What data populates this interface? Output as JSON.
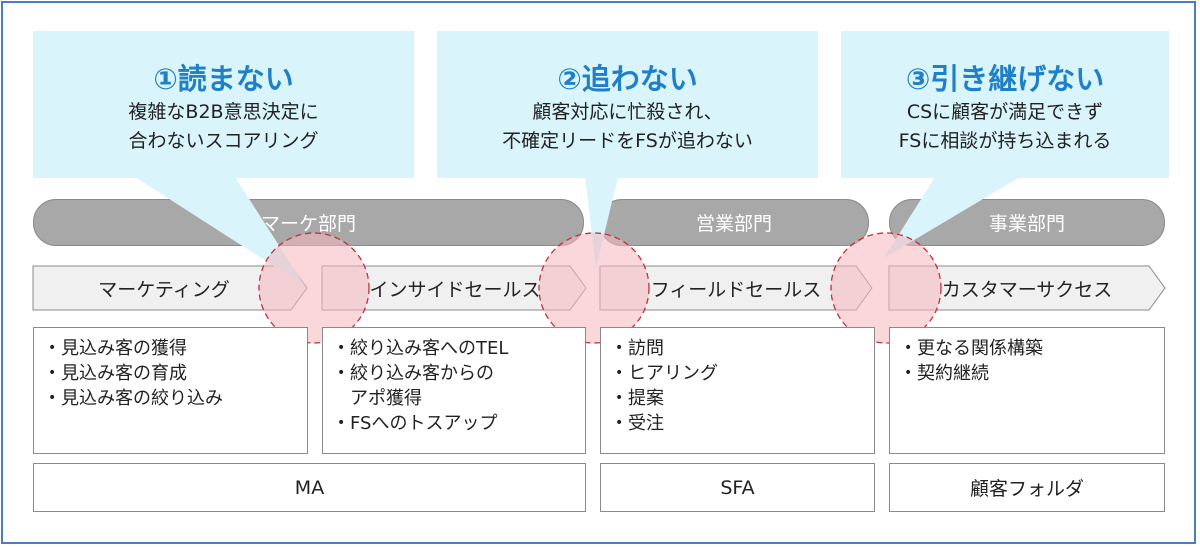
{
  "callouts": [
    {
      "number": "①",
      "title": "読まない",
      "lines": [
        "複雑なB2B意思決定に",
        "合わないスコアリング"
      ]
    },
    {
      "number": "②",
      "title": "追わない",
      "lines": [
        "顧客対応に忙殺され、",
        "不確定リードをFSが追わない"
      ]
    },
    {
      "number": "③",
      "title": "引き継げない",
      "lines": [
        "CSに顧客が満足できず",
        "FSに相談が持ち込まれる"
      ]
    }
  ],
  "departments": [
    "マーケ部門",
    "営業部門",
    "事業部門"
  ],
  "stages": [
    "マーケティング",
    "インサイドセールス",
    "フィールドセールス",
    "カスタマーサクセス"
  ],
  "activities": [
    [
      "見込み客の獲得",
      "見込み客の育成",
      "見込み客の絞り込み"
    ],
    [
      "絞り込み客へのTEL",
      "絞り込み客からの\nアポ獲得",
      "FSへのトスアップ"
    ],
    [
      "訪問",
      "ヒアリング",
      "提案",
      "受注"
    ],
    [
      "更なる関係構築",
      "契約継続"
    ]
  ],
  "tools": [
    "MA",
    "SFA",
    "顧客フォルダ"
  ],
  "colors": {
    "callout_bg": "#d9f4fb",
    "callout_title": "#1f7fc7",
    "department_bg": "#a8a8a8",
    "stage_bg": "#f0f0f0",
    "highlight_circle": "#f4b6bd",
    "highlight_stroke": "#c0303c",
    "frame": "#4a7ec4"
  }
}
